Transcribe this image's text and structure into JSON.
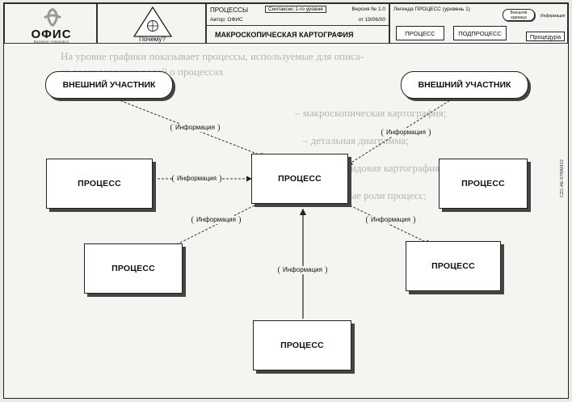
{
  "logo": {
    "name": "ОФИС",
    "tagline": "Business • Integration"
  },
  "why": {
    "label": "Почему?"
  },
  "header": {
    "process_title": "ПРОЦЕССЫ",
    "syntax": "Синтаксис 1-го уровня",
    "version": "Версия № 1.0",
    "author": "Автор: ОФИС",
    "date": "от 19/06/00",
    "map_title": "МАКРОСКОПИЧЕСКАЯ КАРТОГРАФИЯ"
  },
  "legend": {
    "title": "Легенда ПРОЦЕСС (уровень 1)",
    "external": "Внешняя единица",
    "flow": "Информация",
    "process": "ПРОЦЕСС",
    "subprocess": "ПОДПРОЦЕСС",
    "procedure": "Процедура"
  },
  "side_code": "CZC-AE-07RAM12",
  "background_lines": [
    "На уровне графики показывает процессы, используемые для описа-",
    "ке распределения ролей о процессах",
    "– макроскопическая картография;",
    "– детальная диаграмма;",
    "– межвидовая картография;",
    "– активные роли процесс;"
  ],
  "nodes": {
    "ext_left": "ВНЕШНИЙ УЧАСТНИК",
    "ext_right": "ВНЕШНИЙ УЧАСТНИК",
    "center": "ПРОЦЕСС",
    "left": "ПРОЦЕСС",
    "right": "ПРОЦЕСС",
    "bottom_left": "ПРОЦЕСС",
    "bottom_right": "ПРОЦЕСС",
    "bottom": "ПРОЦЕСС"
  },
  "flows": {
    "ext_left_center": "Информация",
    "ext_right_center": "Информация",
    "left_center": "Информация",
    "center_bottom_left": "Информация",
    "center_bottom_right": "Информация",
    "bottom_center": "Информация"
  }
}
